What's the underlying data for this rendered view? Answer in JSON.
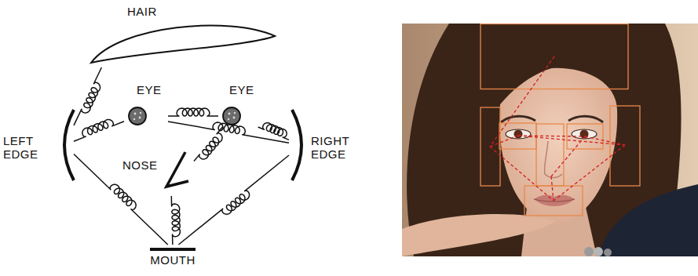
{
  "diagram": {
    "nodes": [
      {
        "text": [
          "HAIR"
        ]
      },
      {
        "text": [
          "EYE"
        ]
      },
      {
        "text": [
          "EYE"
        ]
      },
      {
        "text": [
          "LEFT EDGE"
        ]
      },
      {
        "text": [
          "RIGHT EDGE"
        ]
      },
      {
        "text": [
          "NOSE"
        ]
      },
      {
        "text": [
          "MOUTH"
        ]
      }
    ],
    "edges": [
      {
        "from": 0,
        "to": 3,
        "arrow": "none"
      },
      {
        "from": 3,
        "to": 1,
        "arrow": "none"
      },
      {
        "from": 1,
        "to": 2,
        "arrow": "none"
      },
      {
        "from": 2,
        "to": 4,
        "arrow": "none"
      },
      {
        "from": 1,
        "to": 4,
        "arrow": "none"
      },
      {
        "from": 2,
        "to": 5,
        "arrow": "none"
      },
      {
        "from": 3,
        "to": 6,
        "arrow": "none"
      },
      {
        "from": 5,
        "to": 6,
        "arrow": "none"
      },
      {
        "from": 4,
        "to": 6,
        "arrow": "none"
      }
    ]
  }
}
